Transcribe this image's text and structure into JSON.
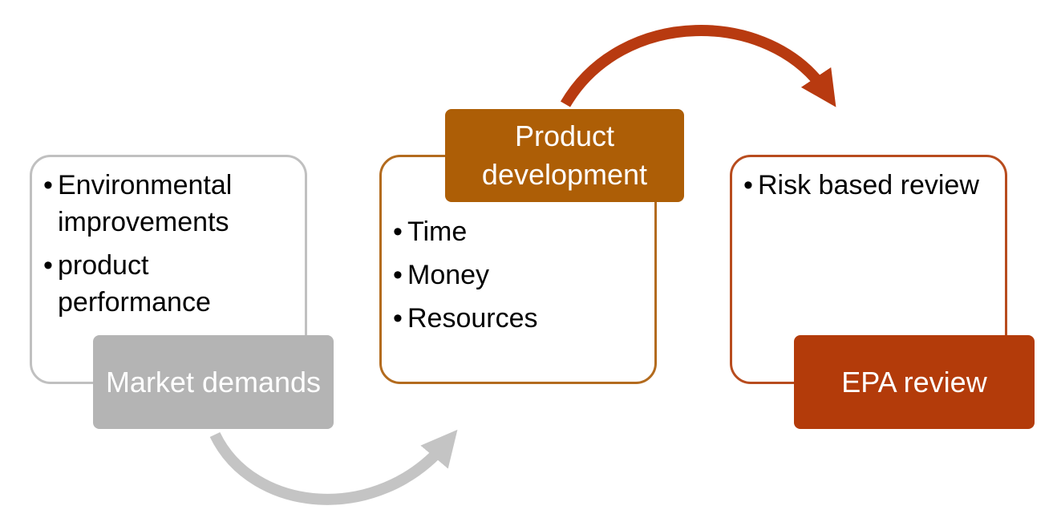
{
  "colors": {
    "market": "#b4b4b4",
    "development": "#ad5e06",
    "epa": "#b33b0a",
    "arrow_grey": "#c4c4c4",
    "arrow_red": "#b83a10"
  },
  "stages": [
    {
      "label": "Market demands",
      "bullets": [
        "Environmental improvements",
        "product performance"
      ]
    },
    {
      "label": "Product development",
      "bullets": [
        "Time",
        "Money",
        "Resources"
      ]
    },
    {
      "label": "EPA review",
      "bullets": [
        "Risk based review"
      ]
    }
  ]
}
